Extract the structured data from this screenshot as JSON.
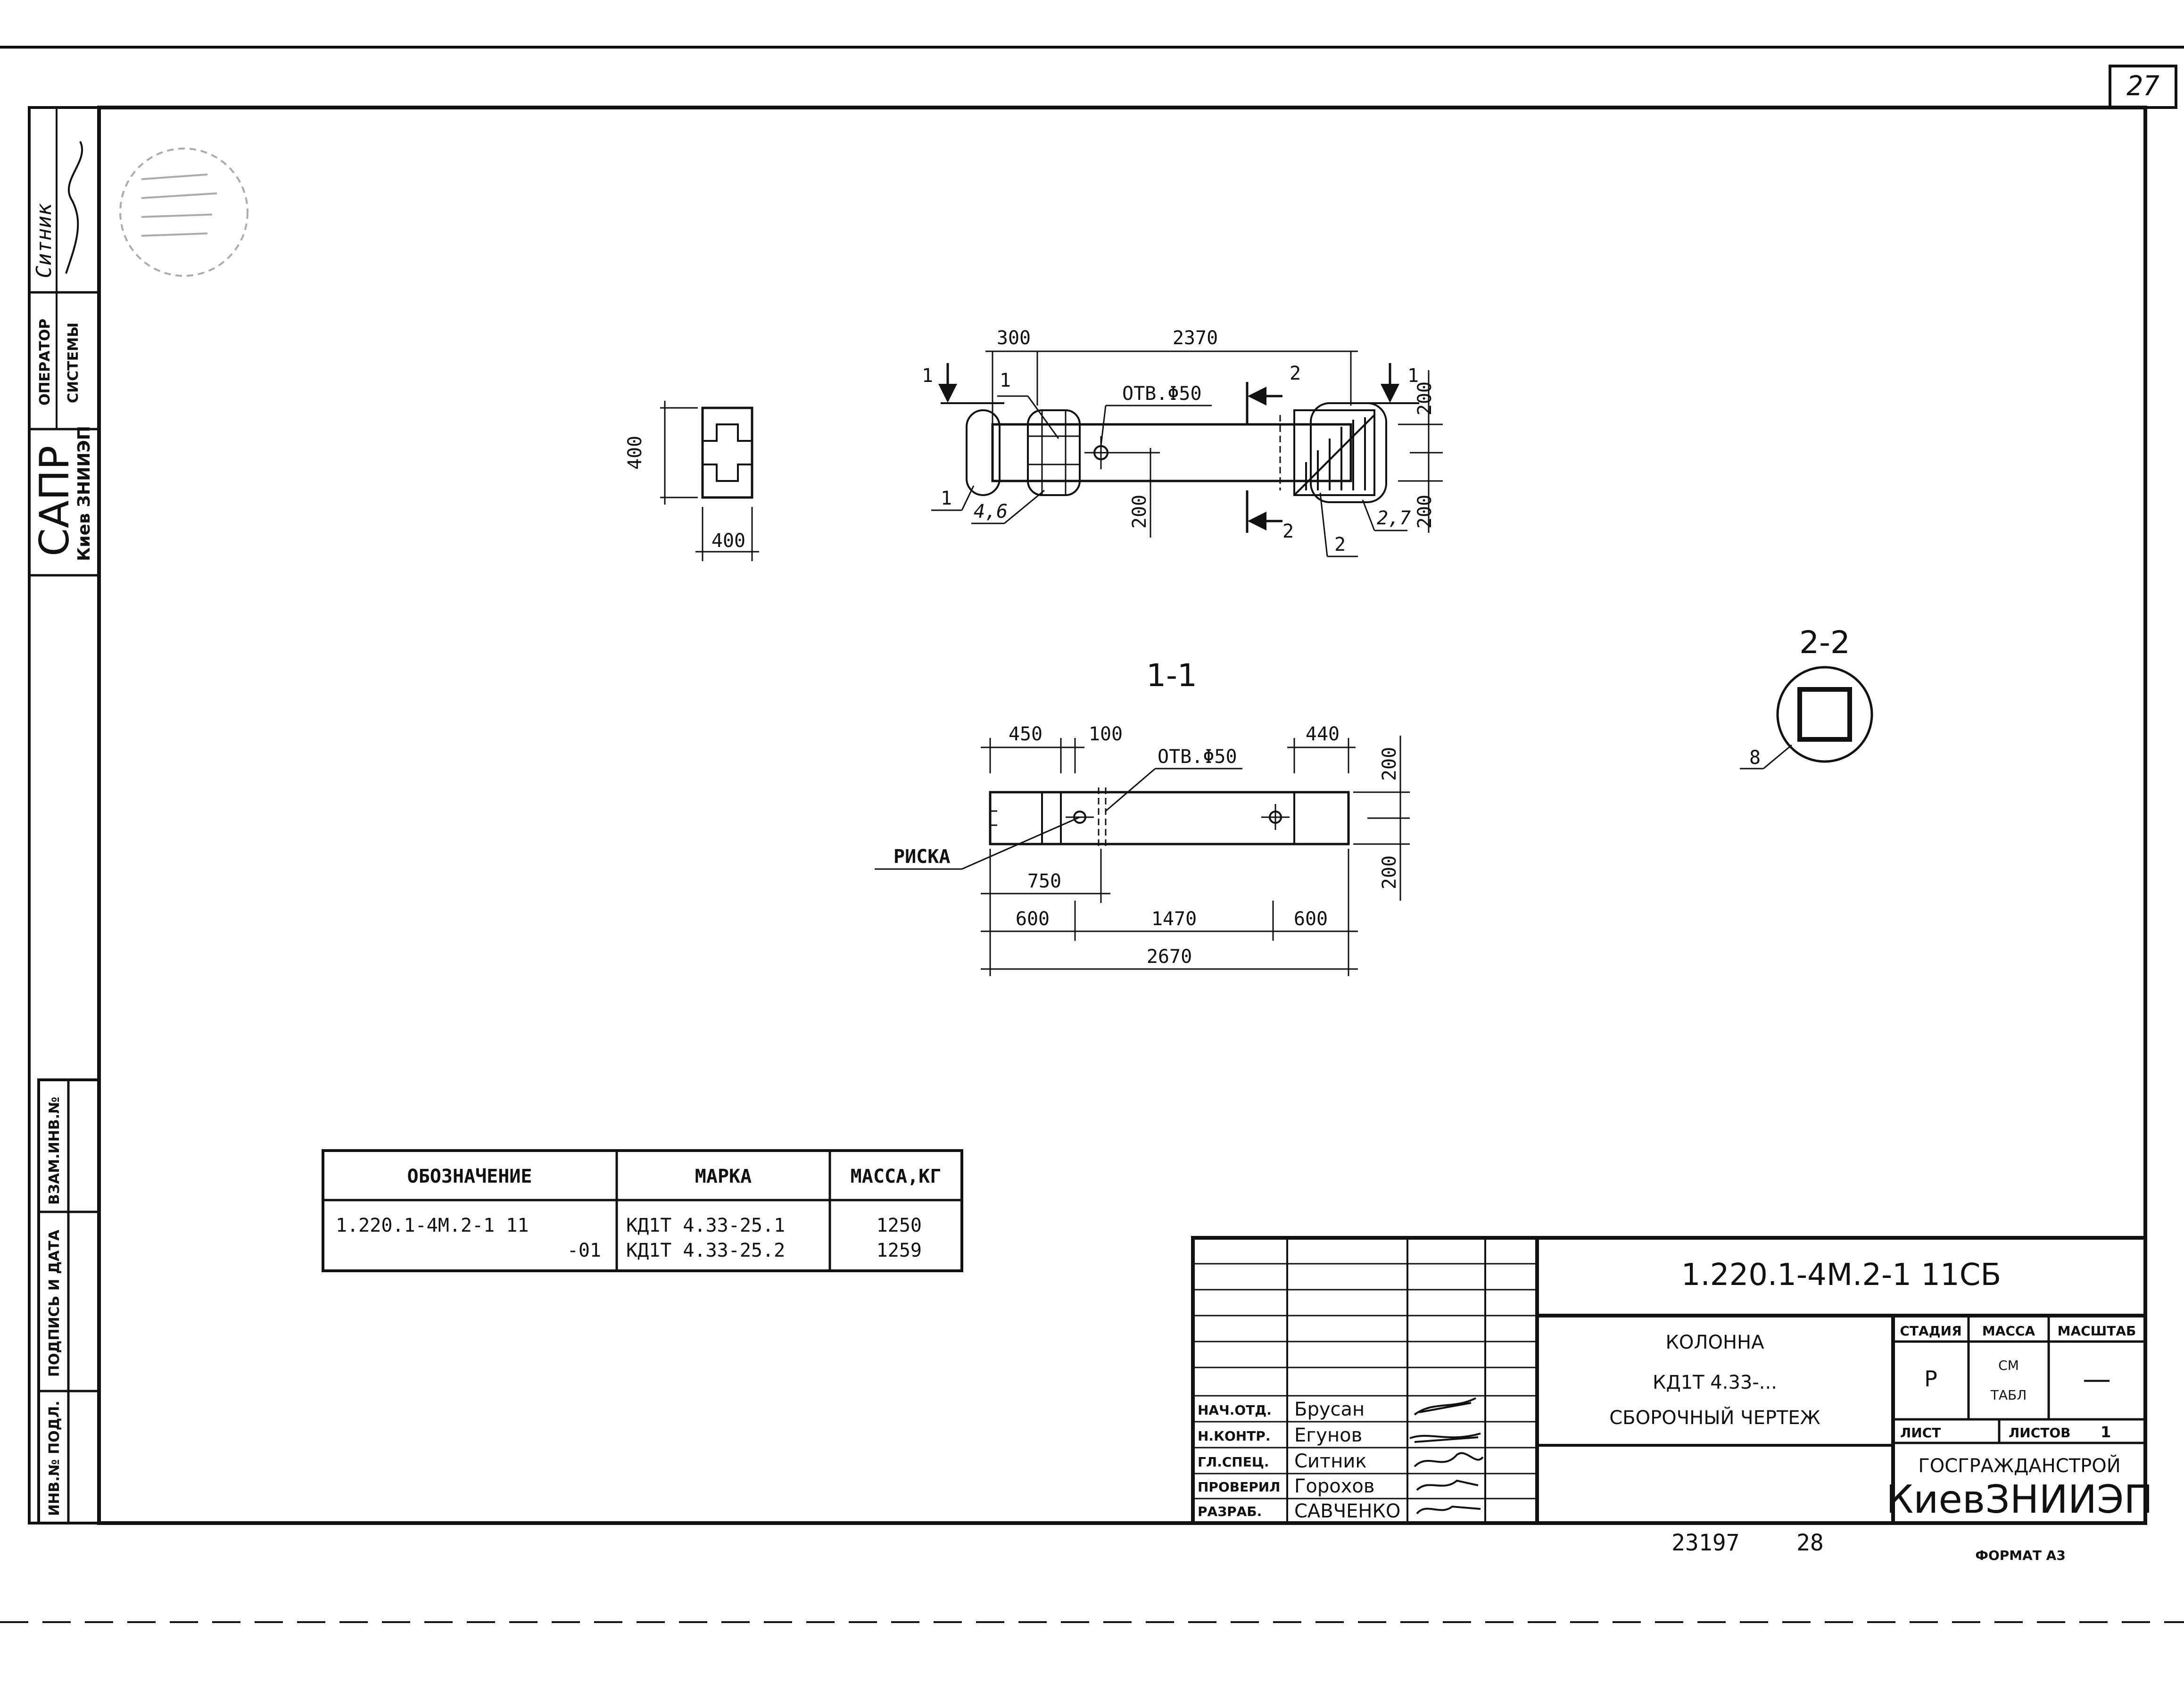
{
  "sheet_number": "27",
  "margin": {
    "signature_names": "Ситник",
    "operator_label_line1": "ОПЕРАТОР",
    "operator_label_line2": "СИСТЕМЫ",
    "sapr": "САПР",
    "sapr_org": "Киев ЗНИИЭП",
    "stamp_cells": [
      "ВЗАМ.ИНВ.№",
      "ПОДПИСЬ И ДАТА",
      "ИНВ.№ ПОДЛ."
    ]
  },
  "plan": {
    "dims_top": [
      "300",
      "2370"
    ],
    "hole_label": "ОТВ.Φ50",
    "section_marks": [
      "1",
      "1",
      "2",
      "2"
    ],
    "leaders": [
      "1",
      "1",
      "2",
      "4,6",
      "2,7"
    ],
    "dims_right": [
      "200",
      "200"
    ],
    "dim_left_bottom": "200"
  },
  "cross_section": {
    "dim_height": "400",
    "dim_width": "400"
  },
  "section_1_1": {
    "title": "1-1",
    "dims_top": [
      "450",
      "100",
      "440"
    ],
    "hole_label": "ОТВ.Φ50",
    "mark_label": "РИСКА",
    "dims_bottom": [
      "750",
      "600",
      "1470",
      "600",
      "2670"
    ],
    "dims_right": [
      "200",
      "200"
    ]
  },
  "section_2_2": {
    "title": "2-2",
    "leader": "8"
  },
  "spec_table": {
    "headers": [
      "ОБОЗНАЧЕНИЕ",
      "МАРКА",
      "МАССА,КГ"
    ],
    "rows": [
      {
        "designation": "1.220.1-4М.2-1 11",
        "mark": "КД1Т 4.33-25.1",
        "mass": "1250"
      },
      {
        "designation": "-01",
        "mark": "КД1Т 4.33-25.2",
        "mass": "1259"
      }
    ]
  },
  "title_block": {
    "document_code": "1.220.1-4М.2-1 11СБ",
    "title_line1": "КОЛОННА",
    "title_line2": "КД1Т 4.33-...",
    "title_line3": "СБОРОЧНЫЙ ЧЕРТЕЖ",
    "stage_label": "СТАДИЯ",
    "mass_label": "МАССА",
    "scale_label": "МАСШТАБ",
    "stage_value": "Р",
    "mass_value_line1": "СМ",
    "mass_value_line2": "ТАБЛ",
    "scale_value": "—",
    "sheet_label": "ЛИСТ",
    "sheets_label": "ЛИСТОВ",
    "sheets_value": "1",
    "org_line1": "ГОСГРАЖДАНСТРОЙ",
    "org_line2": "КиевЗНИИЭП",
    "signatories": [
      {
        "role": "НАЧ.ОТД.",
        "name": "Брусан"
      },
      {
        "role": "Н.КОНТР.",
        "name": "Егунов"
      },
      {
        "role": "ГЛ.СПЕЦ.",
        "name": "Ситник"
      },
      {
        "role": "ПРОВЕРИЛ",
        "name": "Горохов"
      },
      {
        "role": "РАЗРАБ.",
        "name": "САВЧЕНКО"
      }
    ],
    "archive_number": "23197",
    "archive_sheet": "28",
    "format": "ФОРМАТ А3"
  }
}
